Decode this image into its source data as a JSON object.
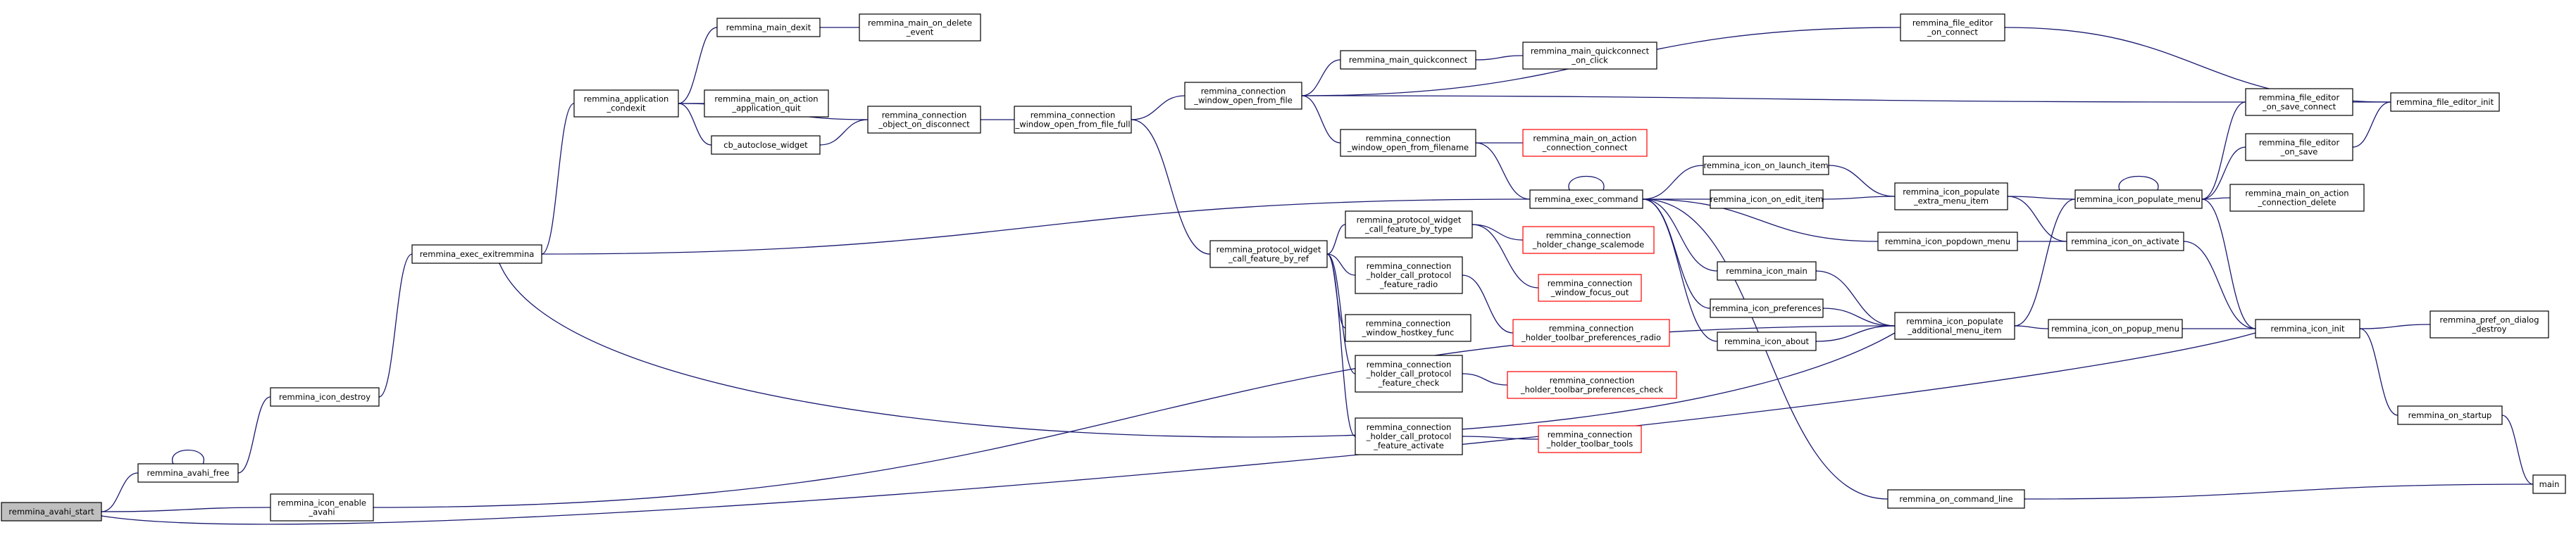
{
  "graph_title": "",
  "colors": {
    "edge": "#191970",
    "box_border": "#000000",
    "box_border_truncated": "#ff0000",
    "root_fill": "#bfbfbf"
  },
  "nodes": [
    {
      "id": "avahi_start",
      "lines": [
        "remmina_avahi_start"
      ],
      "style": "root"
    },
    {
      "id": "avahi_free",
      "lines": [
        "remmina_avahi_free"
      ]
    },
    {
      "id": "icon_enable_avahi",
      "lines": [
        "remmina_icon_enable",
        "_avahi"
      ]
    },
    {
      "id": "icon_destroy",
      "lines": [
        "remmina_icon_destroy"
      ]
    },
    {
      "id": "exec_exitremmina",
      "lines": [
        "remmina_exec_exitremmina"
      ]
    },
    {
      "id": "application_condexit",
      "lines": [
        "remmina_application",
        "_condexit"
      ]
    },
    {
      "id": "main_dexit",
      "lines": [
        "remmina_main_dexit"
      ]
    },
    {
      "id": "main_on_delete_event",
      "lines": [
        "remmina_main_on_delete",
        "_event"
      ]
    },
    {
      "id": "main_on_action_application_quit",
      "lines": [
        "remmina_main_on_action",
        "_application_quit"
      ]
    },
    {
      "id": "cb_autoclose_widget",
      "lines": [
        "cb_autoclose_widget"
      ]
    },
    {
      "id": "connection_object_on_disconnect",
      "lines": [
        "remmina_connection",
        "_object_on_disconnect"
      ]
    },
    {
      "id": "conn_window_open_from_file_full",
      "lines": [
        "remmina_connection",
        "_window_open_from_file_full"
      ]
    },
    {
      "id": "protocol_widget_call_feature_by_ref",
      "lines": [
        "remmina_protocol_widget",
        "_call_feature_by_ref"
      ]
    },
    {
      "id": "conn_window_open_from_file",
      "lines": [
        "remmina_connection",
        "_window_open_from_file"
      ]
    },
    {
      "id": "main_quickconnect",
      "lines": [
        "remmina_main_quickconnect"
      ]
    },
    {
      "id": "main_quickconnect_on_click",
      "lines": [
        "remmina_main_quickconnect",
        "_on_click"
      ]
    },
    {
      "id": "file_editor_on_connect",
      "lines": [
        "remmina_file_editor",
        "_on_connect"
      ]
    },
    {
      "id": "conn_window_open_from_filename",
      "lines": [
        "remmina_connection",
        "_window_open_from_filename"
      ]
    },
    {
      "id": "main_on_action_connection_connect",
      "lines": [
        "remmina_main_on_action",
        "_connection_connect"
      ],
      "style": "red"
    },
    {
      "id": "exec_command",
      "lines": [
        "remmina_exec_command"
      ]
    },
    {
      "id": "pw_call_feature_by_type",
      "lines": [
        "remmina_protocol_widget",
        "_call_feature_by_type"
      ]
    },
    {
      "id": "connection_holder_change_scalemode",
      "lines": [
        "remmina_connection",
        "_holder_change_scalemode"
      ],
      "style": "red"
    },
    {
      "id": "connection_window_focus_out",
      "lines": [
        "remmina_connection",
        "_window_focus_out"
      ],
      "style": "red"
    },
    {
      "id": "holder_call_protocol_feature_radio",
      "lines": [
        "remmina_connection",
        "_holder_call_protocol",
        "_feature_radio"
      ]
    },
    {
      "id": "holder_toolbar_preferences_radio",
      "lines": [
        "remmina_connection",
        "_holder_toolbar_preferences_radio"
      ],
      "style": "red"
    },
    {
      "id": "connection_window_hostkey_func",
      "lines": [
        "remmina_connection",
        "_window_hostkey_func"
      ]
    },
    {
      "id": "holder_call_protocol_feature_check",
      "lines": [
        "remmina_connection",
        "_holder_call_protocol",
        "_feature_check"
      ]
    },
    {
      "id": "holder_toolbar_preferences_check",
      "lines": [
        "remmina_connection",
        "_holder_toolbar_preferences_check"
      ],
      "style": "red"
    },
    {
      "id": "holder_call_protocol_feature_activate",
      "lines": [
        "remmina_connection",
        "_holder_call_protocol",
        "_feature_activate"
      ]
    },
    {
      "id": "holder_toolbar_tools",
      "lines": [
        "remmina_connection",
        "_holder_toolbar_tools"
      ],
      "style": "red"
    },
    {
      "id": "icon_on_launch_item",
      "lines": [
        "remmina_icon_on_launch_item"
      ]
    },
    {
      "id": "icon_on_edit_item",
      "lines": [
        "remmina_icon_on_edit_item"
      ]
    },
    {
      "id": "icon_popdown_menu",
      "lines": [
        "remmina_icon_popdown_menu"
      ]
    },
    {
      "id": "icon_main",
      "lines": [
        "remmina_icon_main"
      ]
    },
    {
      "id": "icon_preferences",
      "lines": [
        "remmina_icon_preferences"
      ]
    },
    {
      "id": "icon_about",
      "lines": [
        "remmina_icon_about"
      ]
    },
    {
      "id": "on_command_line",
      "lines": [
        "remmina_on_command_line"
      ]
    },
    {
      "id": "icon_populate_extra_menu_item",
      "lines": [
        "remmina_icon_populate",
        "_extra_menu_item"
      ]
    },
    {
      "id": "icon_populate_additional_menu_item",
      "lines": [
        "remmina_icon_populate",
        "_additional_menu_item"
      ]
    },
    {
      "id": "icon_on_activate",
      "lines": [
        "remmina_icon_on_activate"
      ]
    },
    {
      "id": "icon_populate_menu",
      "lines": [
        "remmina_icon_populate_menu"
      ]
    },
    {
      "id": "icon_on_popup_menu",
      "lines": [
        "remmina_icon_on_popup_menu"
      ]
    },
    {
      "id": "file_editor_on_save_connect",
      "lines": [
        "remmina_file_editor",
        "_on_save_connect"
      ]
    },
    {
      "id": "file_editor_on_save",
      "lines": [
        "remmina_file_editor",
        "_on_save"
      ]
    },
    {
      "id": "main_on_action_connection_delete",
      "lines": [
        "remmina_main_on_action",
        "_connection_delete"
      ]
    },
    {
      "id": "icon_init",
      "lines": [
        "remmina_icon_init"
      ]
    },
    {
      "id": "file_editor_init",
      "lines": [
        "remmina_file_editor_init"
      ]
    },
    {
      "id": "pref_on_dialog_destroy",
      "lines": [
        "remmina_pref_on_dialog",
        "_destroy"
      ]
    },
    {
      "id": "on_startup",
      "lines": [
        "remmina_on_startup"
      ]
    },
    {
      "id": "main",
      "lines": [
        "main"
      ]
    }
  ]
}
